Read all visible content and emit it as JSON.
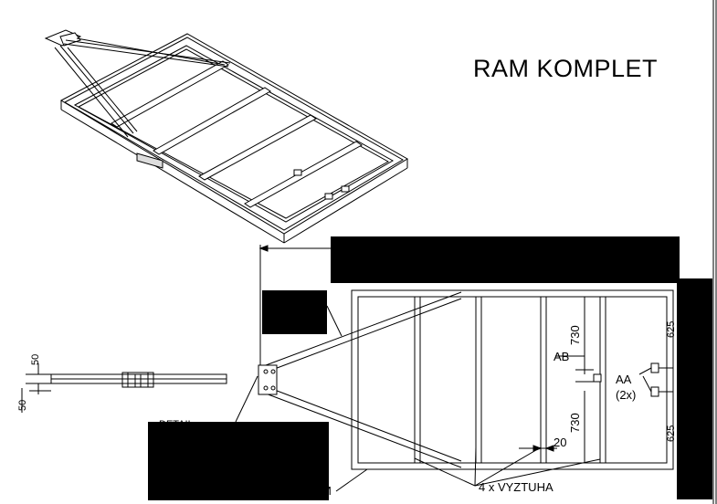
{
  "drawing": {
    "title": "RAM KOMPLET",
    "dimensions": {
      "crossmember_upper_spacing": "730",
      "crossmember_lower_spacing": "730",
      "profile_width": "20",
      "side_height_top": "50",
      "side_height_bottom": "50",
      "right_edge_top": "625",
      "right_edge_bottom": "625"
    },
    "callouts": {
      "detail_ab": "AB",
      "detail_aa": "AA",
      "detail_aa_count": "(2x)",
      "stiffeners": "4 x VYZTUHA",
      "partial_left_label": "DETAIL",
      "partial_bottom_label": "M"
    }
  }
}
